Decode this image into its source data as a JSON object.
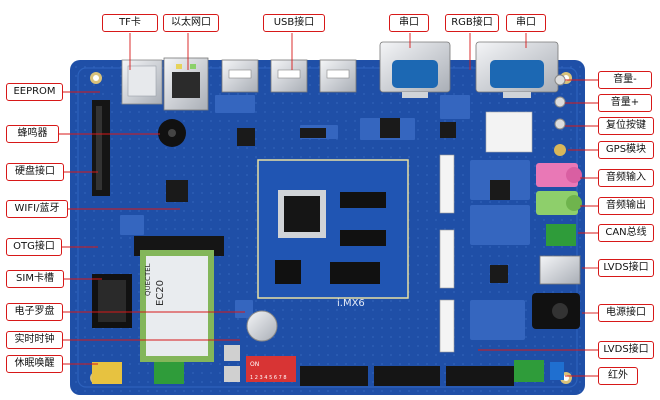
{
  "labels": {
    "tf": "TF卡",
    "ethernet": "以太网口",
    "usb": "USB接口",
    "serial1": "串口",
    "rgb": "RGB接口",
    "serial2": "串口",
    "eeprom": "EEPROM",
    "buzzer": "蜂鸣器",
    "hdd": "硬盘接口",
    "wifi": "WIFI/蓝牙",
    "otg": "OTG接口",
    "sim": "SIM卡槽",
    "compass": "电子罗盘",
    "rtc": "实时时钟",
    "wake": "休眠唤醒",
    "vol_down": "音量-",
    "vol_up": "音量+",
    "reset": "复位按键",
    "gps": "GPS模块",
    "audio_in": "音频输入",
    "audio_out": "音频输出",
    "can": "CAN总线",
    "lvds1": "LVDS接口",
    "power": "电源接口",
    "lvds2": "LVDS接口",
    "ir": "红外"
  },
  "board": {
    "module_text": "EC20",
    "module_brand": "QUECTEL",
    "soc_text": "i.MX6",
    "dip_text": "ON",
    "dip_numbers": "1 2 3 4 5 6 7 8"
  },
  "colors": {
    "pcb": "#1f4fa7",
    "pcb_dark": "#173e86",
    "label_border": "#d71818",
    "leader": "#d71818"
  }
}
